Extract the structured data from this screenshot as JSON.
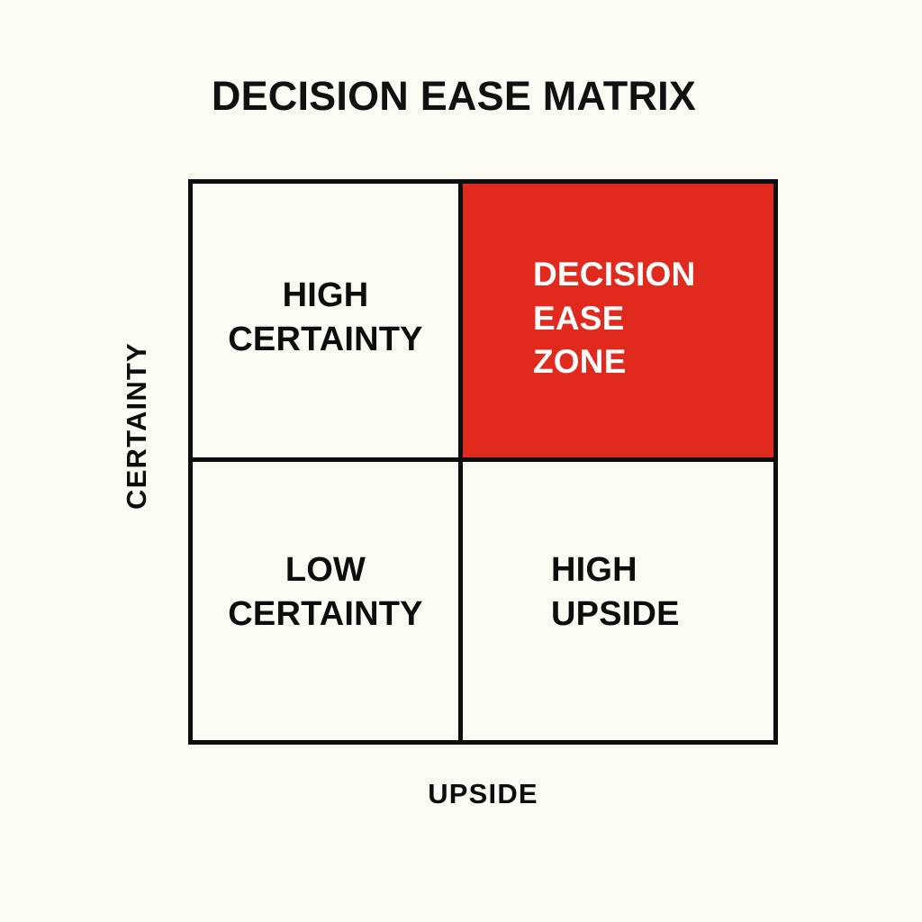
{
  "diagram": {
    "title": "DECISION EASE MATRIX",
    "background_color": "#fbfbf4",
    "line_color": "#0d0d0d",
    "highlight_color": "#e02a1e",
    "highlight_text_color": "#ffffff",
    "axes": {
      "y_label": "CERTAINTY",
      "x_label": "UPSIDE"
    },
    "quadrants": [
      {
        "position": "top-left",
        "label": "HIGH\nCERTAINTY",
        "highlighted": false
      },
      {
        "position": "top-right",
        "label": "DECISION\nEASE\nZONE",
        "highlighted": true
      },
      {
        "position": "bottom-left",
        "label": "LOW\nCERTAINTY",
        "highlighted": false
      },
      {
        "position": "bottom-right",
        "label": "HIGH\nUPSIDE",
        "highlighted": false
      }
    ]
  }
}
